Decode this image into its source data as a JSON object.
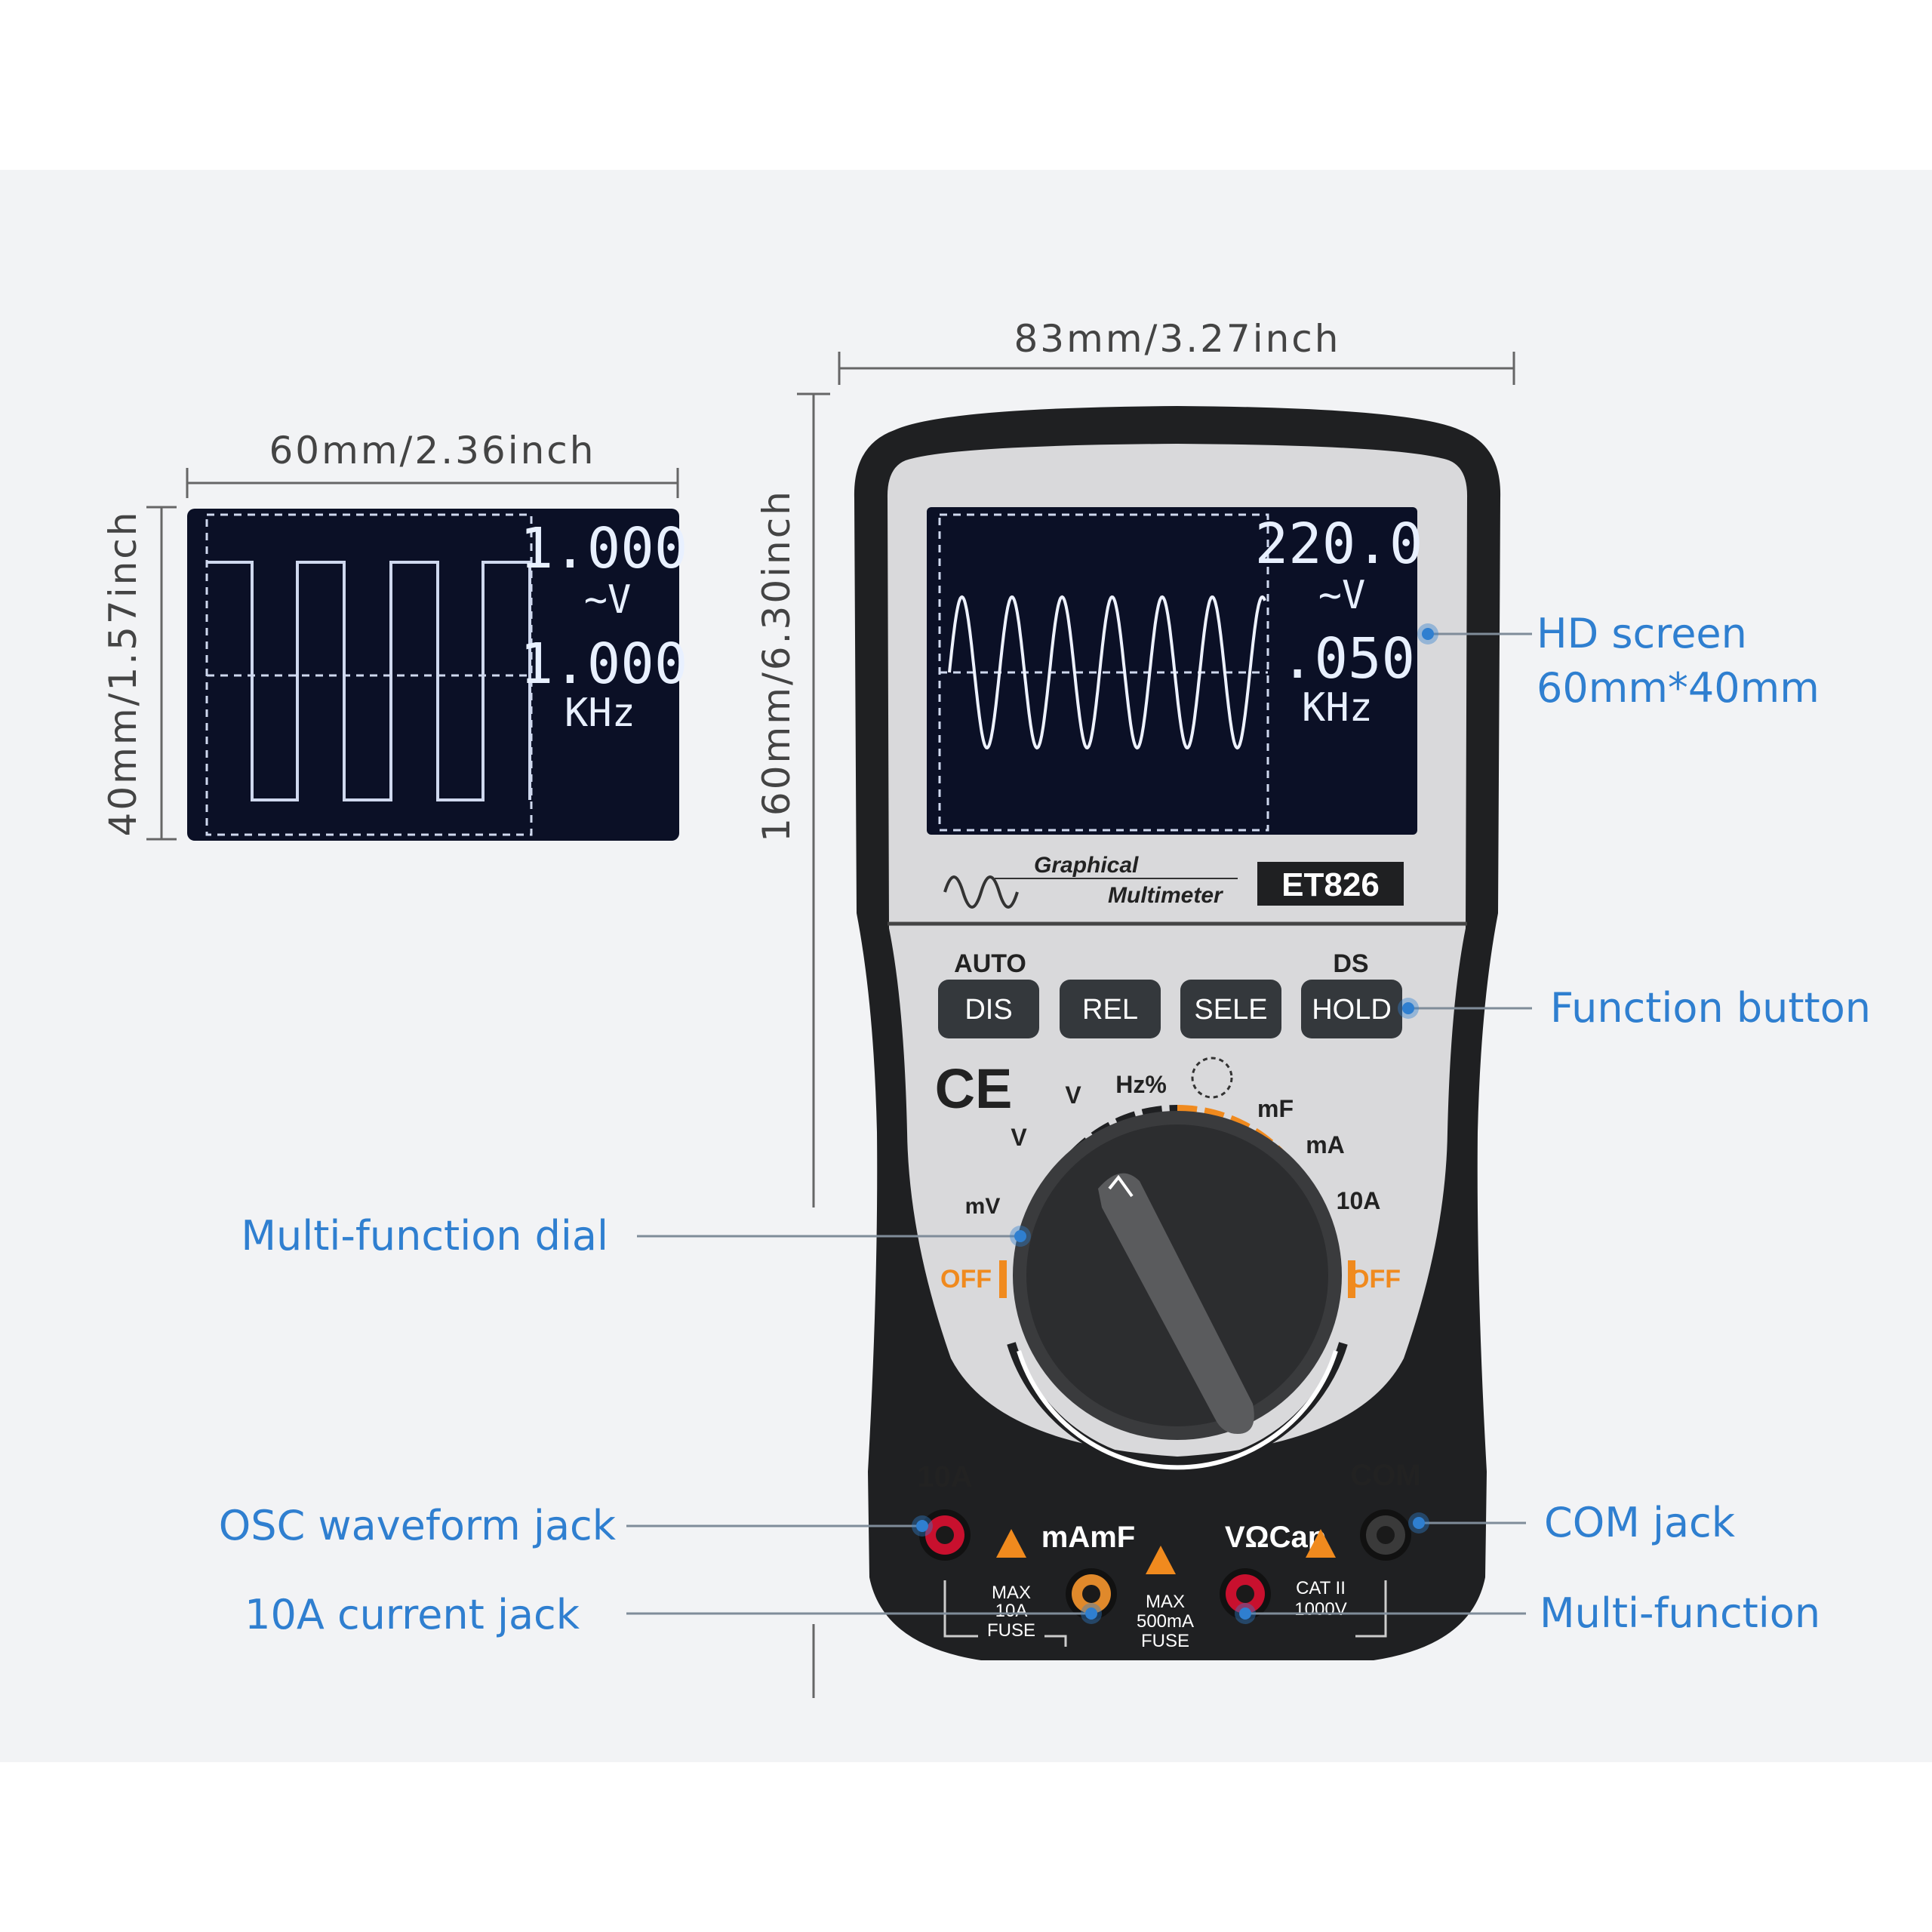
{
  "dimensions": {
    "screen_width": "60mm/2.36inch",
    "screen_height": "40mm/1.57inch",
    "device_width": "83mm/3.27inch",
    "device_height": "160mm/6.30inch"
  },
  "small_screen": {
    "voltage": "1.000",
    "voltage_unit": "~V",
    "frequency": "1.000",
    "frequency_unit": "KHz"
  },
  "main_screen": {
    "voltage": "220.0",
    "voltage_unit": "~V",
    "frequency": ".050",
    "frequency_unit": "KHz"
  },
  "branding": {
    "line1": "Graphical",
    "line2": "Multimeter",
    "model": "ET826"
  },
  "buttons": {
    "top_label_left": "AUTO",
    "top_label_right": "DS",
    "items": [
      "DIS",
      "REL",
      "SELE",
      "HOLD"
    ]
  },
  "certification": "CE",
  "dial": {
    "labels": [
      "OFF",
      "mV",
      "V",
      "V",
      "Hz%",
      "mF",
      "mA",
      "10A",
      "OFF"
    ]
  },
  "jacks": {
    "left_label": "10A",
    "right_label": "COM",
    "middle_left": "mAmF",
    "middle_right": "VΩCap",
    "rating1": [
      "MAX",
      "10A",
      "FUSE"
    ],
    "rating2": [
      "MAX",
      "500mA",
      "FUSE"
    ],
    "rating3": [
      "CAT II",
      "1000V"
    ]
  },
  "callouts": {
    "hd_screen_1": "HD screen",
    "hd_screen_2": "60mm*40mm",
    "function_button": "Function button",
    "dial": "Multi-function dial",
    "osc_jack": "OSC waveform jack",
    "current_jack": "10A current jack",
    "com_jack": "COM jack",
    "multi_function": "Multi-function"
  },
  "colors": {
    "callout": "#2f7fd0",
    "body": "#1f2022",
    "faceplate": "#d9d9db",
    "screen": "#0b1026",
    "accent_orange": "#f08a1e"
  }
}
